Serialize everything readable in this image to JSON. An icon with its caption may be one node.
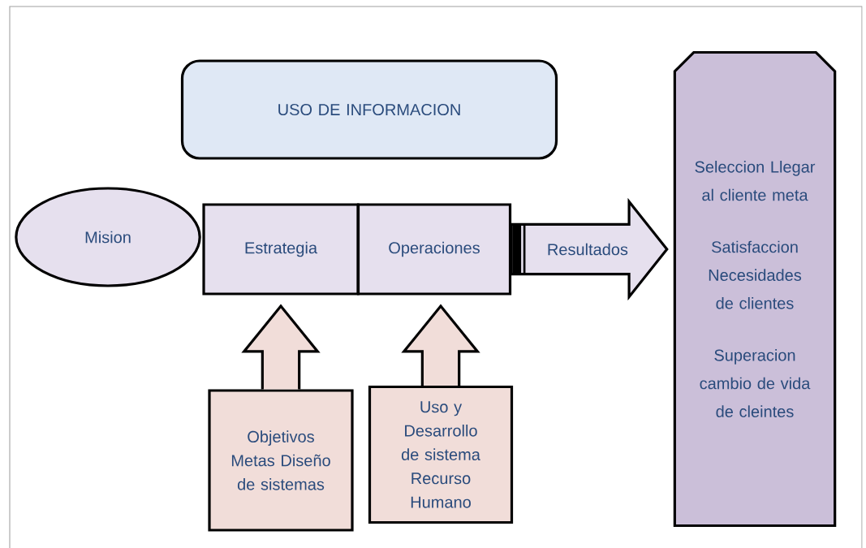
{
  "diagram": {
    "nodes": [
      {
        "text": [
          "USO DE INFORMACION"
        ]
      },
      {
        "text": [
          "Mision"
        ]
      },
      {
        "text": [
          "Estrategia"
        ]
      },
      {
        "text": [
          "Operaciones"
        ]
      },
      {
        "text": [
          "Seleccion Llegar al cliente meta",
          "Satisfaccion Necesidades de clientes",
          "Superacion cambio de vida de cleintes"
        ]
      },
      {
        "text": [
          "Objetivos Metas Diseño de sistemas"
        ]
      },
      {
        "text": [
          "Uso y Desarrollo de sistema Recurso Humano"
        ]
      }
    ],
    "edges": [
      {
        "from": 3,
        "to": 4,
        "arrow": "to",
        "label": "Resultados"
      },
      {
        "from": 5,
        "to": 2,
        "arrow": "to"
      },
      {
        "from": 6,
        "to": 3,
        "arrow": "to"
      }
    ]
  }
}
